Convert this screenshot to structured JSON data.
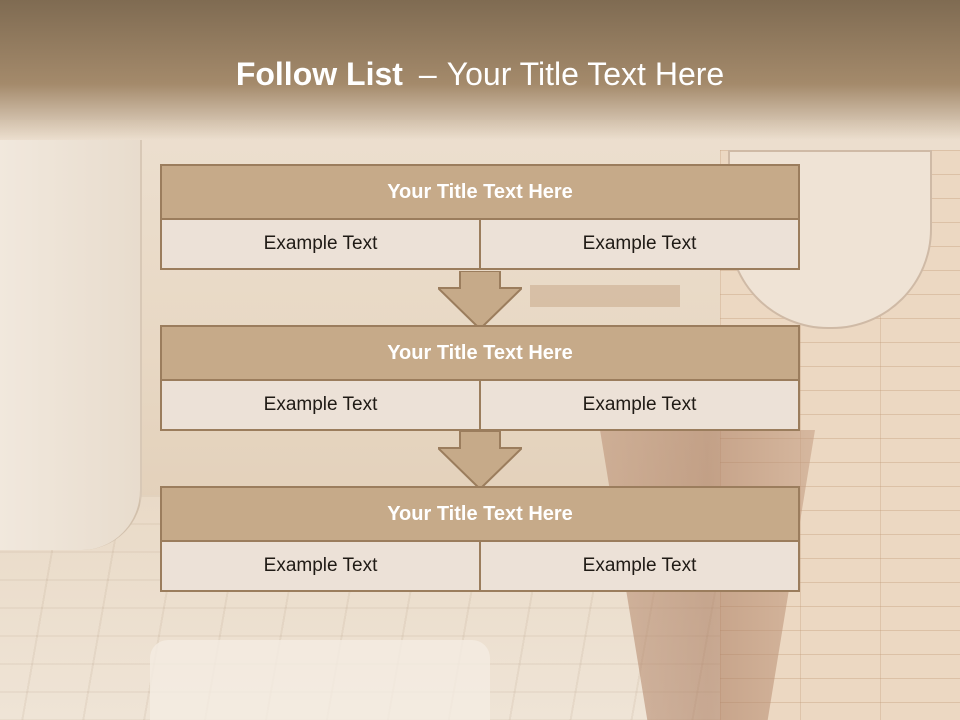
{
  "header": {
    "title_bold": "Follow List",
    "title_dash": "–",
    "title_rest": "Your Title Text Here"
  },
  "blocks": [
    {
      "title": "Your Title Text Here",
      "cells": [
        "Example Text",
        "Example Text"
      ]
    },
    {
      "title": "Your Title Text Here",
      "cells": [
        "Example Text",
        "Example Text"
      ]
    },
    {
      "title": "Your Title Text Here",
      "cells": [
        "Example Text",
        "Example Text"
      ]
    }
  ],
  "colors": {
    "header_top": "#7f6b52",
    "box_fill": "#c6aa89",
    "box_border": "#9b7d5d",
    "cell_fill": "#ece1d7"
  }
}
